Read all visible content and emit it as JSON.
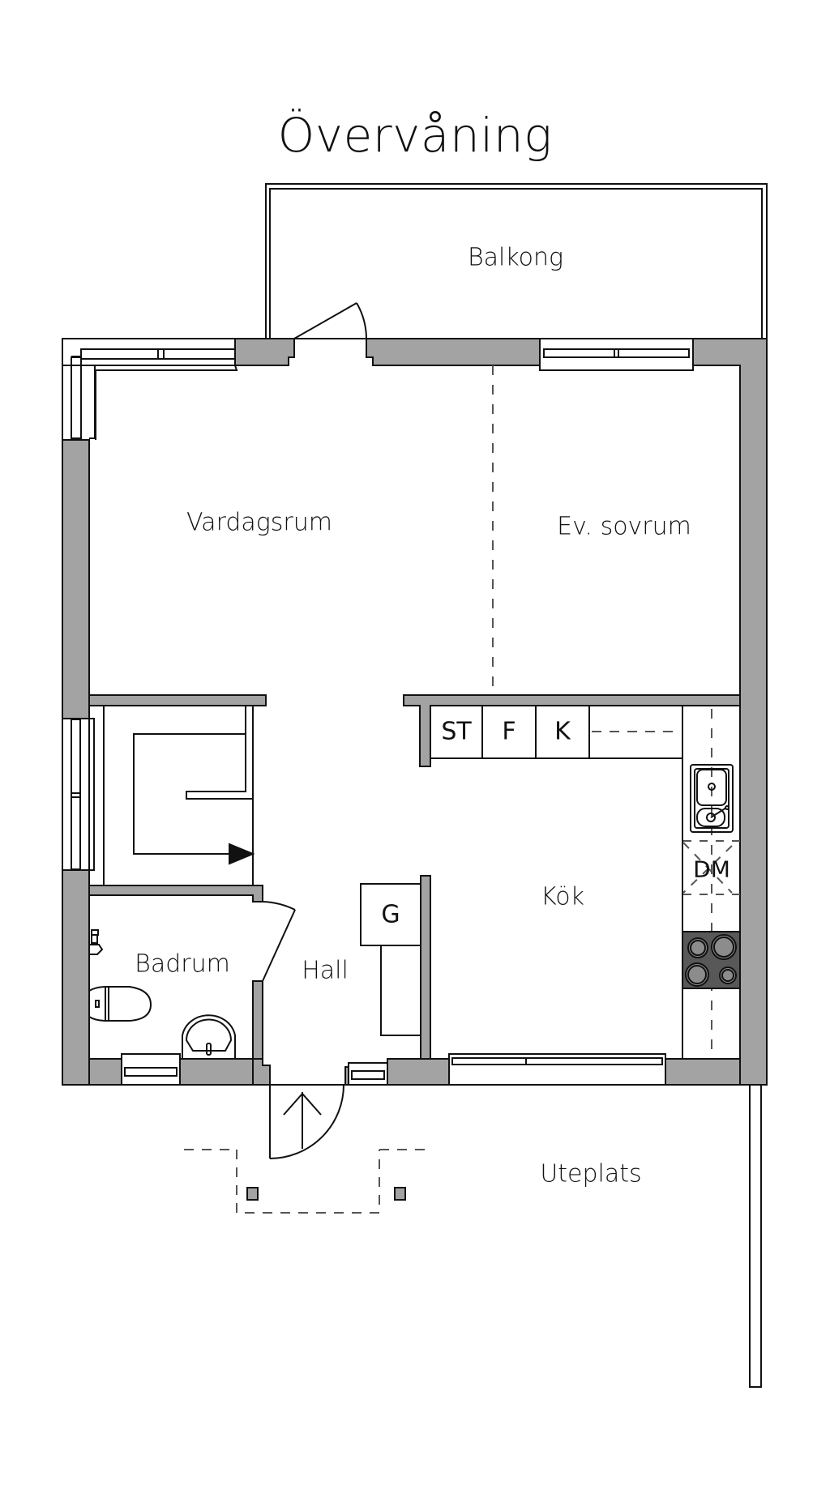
{
  "title": "Övervåning",
  "colors": {
    "wall": "#a3a3a3",
    "stroke": "#111111",
    "stove": "#585858",
    "burner": "#8c8c8c",
    "dashed": "#555555"
  },
  "rooms": {
    "balcony": "Balkong",
    "living_room": "Vardagsrum",
    "bedroom": "Ev. sovrum",
    "kitchen": "Kök",
    "bathroom": "Badrum",
    "hall": "Hall",
    "patio": "Uteplats"
  },
  "appliances": {
    "stove_cabinet": "ST",
    "freezer": "F",
    "fridge": "K",
    "dishwasher": "DM",
    "wardrobe": "G"
  }
}
